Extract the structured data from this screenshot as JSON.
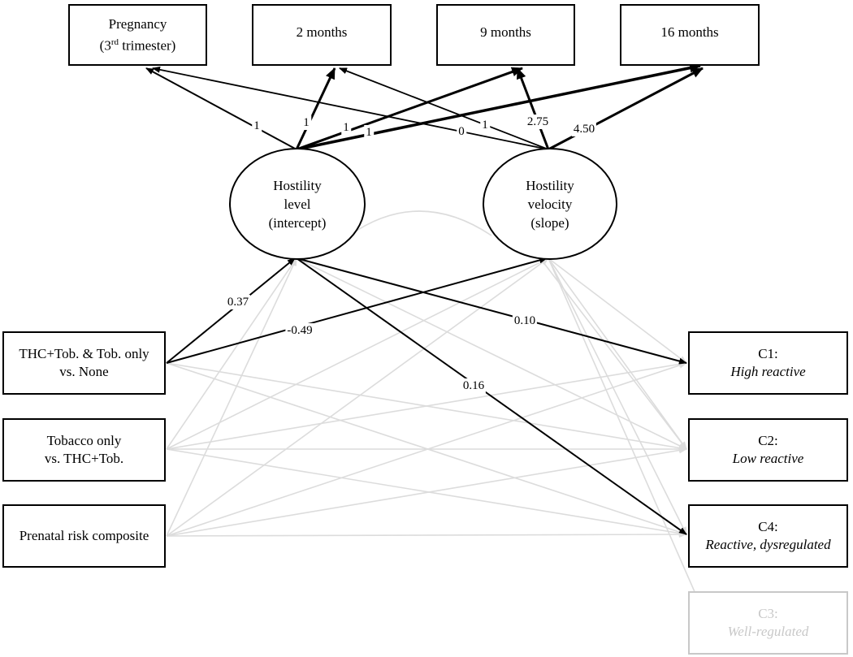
{
  "outcomes": {
    "pregnancy_line1": "Pregnancy",
    "pregnancy_line2_pre": "(3",
    "pregnancy_line2_sup": "rd",
    "pregnancy_line2_post": " trimester)",
    "m2": "2 months",
    "m9": "9 months",
    "m16": "16 months"
  },
  "latent": {
    "level": [
      "Hostility",
      "level",
      "(intercept)"
    ],
    "velocity": [
      "Hostility",
      "velocity",
      "(slope)"
    ]
  },
  "predictors": {
    "p1": [
      "THC+Tob. & Tob. only",
      "vs. None"
    ],
    "p2": [
      "Tobacco only",
      "vs. THC+Tob."
    ],
    "p3": "Prenatal risk composite"
  },
  "classes": {
    "c1": {
      "title": "C1:",
      "desc": "High reactive"
    },
    "c2": {
      "title": "C2:",
      "desc": "Low reactive"
    },
    "c4": {
      "title": "C4:",
      "desc": "Reactive, dysregulated"
    },
    "c3": {
      "title": "C3:",
      "desc": "Well-regulated"
    }
  },
  "loadings": {
    "level_preg": "1",
    "level_m2": "1",
    "level_m9": "1",
    "level_m16": "1",
    "slope_preg": "0",
    "slope_m2": "1",
    "slope_m9": "2.75",
    "slope_m16": "4.50"
  },
  "paths": {
    "p1_level": "0.37",
    "p1_slope": "-0.49",
    "level_c1": "0.10",
    "level_c4": "0.16"
  },
  "colors": {
    "significant": "#000000",
    "nonsignificant": "#d9d9d9"
  }
}
